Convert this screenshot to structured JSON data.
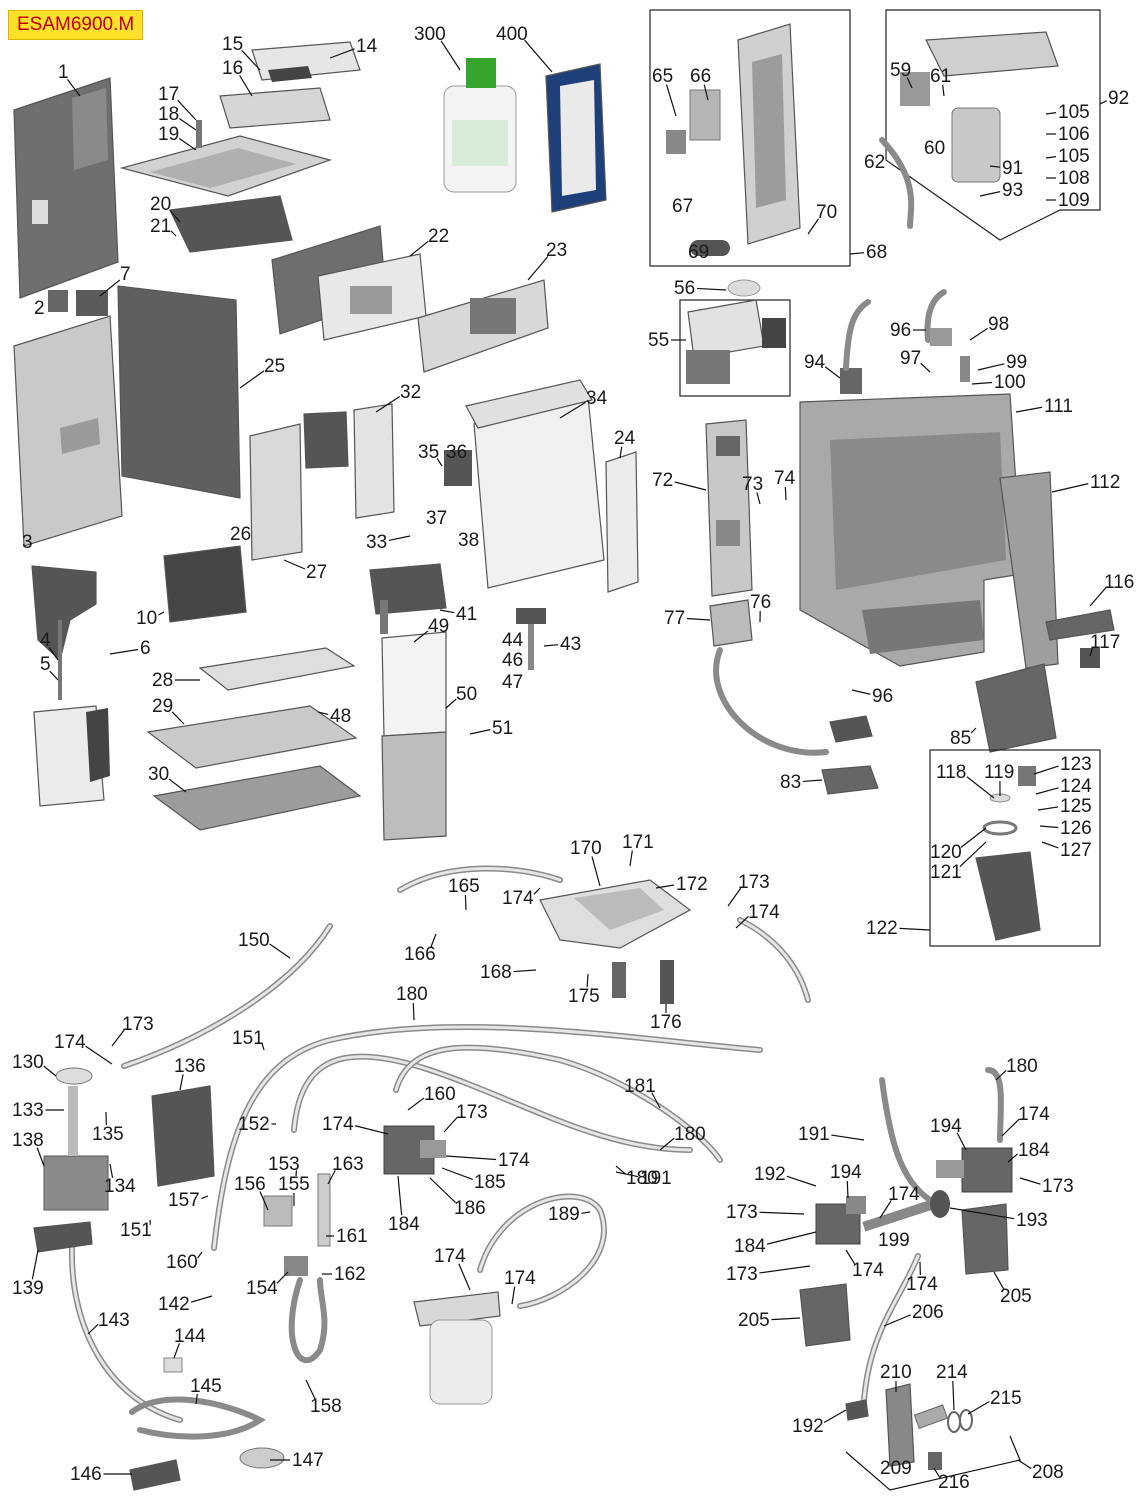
{
  "model": "ESAM6900.M",
  "labels": [
    "1",
    "2",
    "3",
    "4",
    "5",
    "6",
    "7",
    "10",
    "14",
    "15",
    "16",
    "17",
    "18",
    "19",
    "20",
    "21",
    "22",
    "23",
    "24",
    "25",
    "26",
    "27",
    "28",
    "29",
    "30",
    "32",
    "33",
    "34",
    "35",
    "36",
    "37",
    "38",
    "41",
    "43",
    "44",
    "46",
    "47",
    "48",
    "49",
    "50",
    "51",
    "55",
    "56",
    "59",
    "60",
    "61",
    "62",
    "65",
    "66",
    "67",
    "68",
    "69",
    "70",
    "72",
    "73",
    "74",
    "76",
    "77",
    "83",
    "85",
    "91",
    "92",
    "93",
    "94",
    "96",
    "96",
    "97",
    "98",
    "99",
    "100",
    "105",
    "105",
    "106",
    "108",
    "109",
    "111",
    "112",
    "116",
    "117",
    "118",
    "119",
    "120",
    "121",
    "122",
    "123",
    "124",
    "125",
    "126",
    "127",
    "130",
    "133",
    "134",
    "135",
    "136",
    "138",
    "139",
    "142",
    "143",
    "144",
    "145",
    "146",
    "147",
    "150",
    "151",
    "151",
    "152",
    "153",
    "154",
    "155",
    "156",
    "157",
    "158",
    "160",
    "160",
    "161",
    "162",
    "163",
    "165",
    "166",
    "168",
    "170",
    "171",
    "172",
    "173",
    "173",
    "173",
    "173",
    "173",
    "173",
    "173",
    "174",
    "174",
    "174",
    "174",
    "174",
    "174",
    "174",
    "174",
    "174",
    "174",
    "174",
    "175",
    "176",
    "180",
    "180",
    "180",
    "180",
    "181",
    "184",
    "184",
    "184",
    "185",
    "186",
    "189",
    "191",
    "191",
    "192",
    "192",
    "193",
    "194",
    "194",
    "199",
    "205",
    "205",
    "206",
    "208",
    "209",
    "210",
    "214",
    "215",
    "216",
    "300",
    "400"
  ],
  "colors": {
    "badge_bg": "#ffe12b",
    "badge_text": "#c00000",
    "part": "#6b6b6b",
    "part_light": "#d9d9d9",
    "tube": "#8a8a8a"
  }
}
